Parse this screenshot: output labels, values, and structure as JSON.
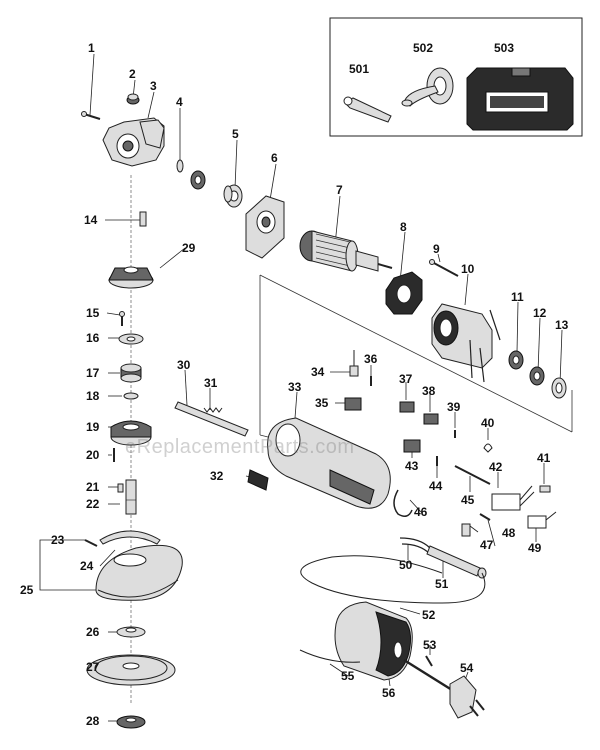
{
  "watermark": "eReplacementParts.com",
  "labels": [
    {
      "id": "1",
      "text": "1"
    },
    {
      "id": "2",
      "text": "2"
    },
    {
      "id": "3",
      "text": "3"
    },
    {
      "id": "4",
      "text": "4"
    },
    {
      "id": "5",
      "text": "5"
    },
    {
      "id": "6",
      "text": "6"
    },
    {
      "id": "7",
      "text": "7"
    },
    {
      "id": "8",
      "text": "8"
    },
    {
      "id": "9",
      "text": "9"
    },
    {
      "id": "10",
      "text": "10"
    },
    {
      "id": "11",
      "text": "11"
    },
    {
      "id": "12",
      "text": "12"
    },
    {
      "id": "13",
      "text": "13"
    },
    {
      "id": "14",
      "text": "14"
    },
    {
      "id": "15",
      "text": "15"
    },
    {
      "id": "16",
      "text": "16"
    },
    {
      "id": "17",
      "text": "17"
    },
    {
      "id": "18",
      "text": "18"
    },
    {
      "id": "19",
      "text": "19"
    },
    {
      "id": "20",
      "text": "20"
    },
    {
      "id": "21",
      "text": "21"
    },
    {
      "id": "22",
      "text": "22"
    },
    {
      "id": "23",
      "text": "23"
    },
    {
      "id": "24",
      "text": "24"
    },
    {
      "id": "25",
      "text": "25"
    },
    {
      "id": "26",
      "text": "26"
    },
    {
      "id": "27",
      "text": "27"
    },
    {
      "id": "28",
      "text": "28"
    },
    {
      "id": "29",
      "text": "29"
    },
    {
      "id": "30",
      "text": "30"
    },
    {
      "id": "31",
      "text": "31"
    },
    {
      "id": "32",
      "text": "32"
    },
    {
      "id": "33",
      "text": "33"
    },
    {
      "id": "34",
      "text": "34"
    },
    {
      "id": "35",
      "text": "35"
    },
    {
      "id": "36",
      "text": "36"
    },
    {
      "id": "37",
      "text": "37"
    },
    {
      "id": "38",
      "text": "38"
    },
    {
      "id": "39",
      "text": "39"
    },
    {
      "id": "40",
      "text": "40"
    },
    {
      "id": "41",
      "text": "41"
    },
    {
      "id": "42",
      "text": "42"
    },
    {
      "id": "43",
      "text": "43"
    },
    {
      "id": "44",
      "text": "44"
    },
    {
      "id": "45",
      "text": "45"
    },
    {
      "id": "46",
      "text": "46"
    },
    {
      "id": "47",
      "text": "47"
    },
    {
      "id": "48",
      "text": "48"
    },
    {
      "id": "49",
      "text": "49"
    },
    {
      "id": "50",
      "text": "50"
    },
    {
      "id": "51",
      "text": "51"
    },
    {
      "id": "52",
      "text": "52"
    },
    {
      "id": "53",
      "text": "53"
    },
    {
      "id": "54",
      "text": "54"
    },
    {
      "id": "55",
      "text": "55"
    },
    {
      "id": "56",
      "text": "56"
    },
    {
      "id": "501",
      "text": "501"
    },
    {
      "id": "502",
      "text": "502"
    },
    {
      "id": "503",
      "text": "503"
    }
  ]
}
